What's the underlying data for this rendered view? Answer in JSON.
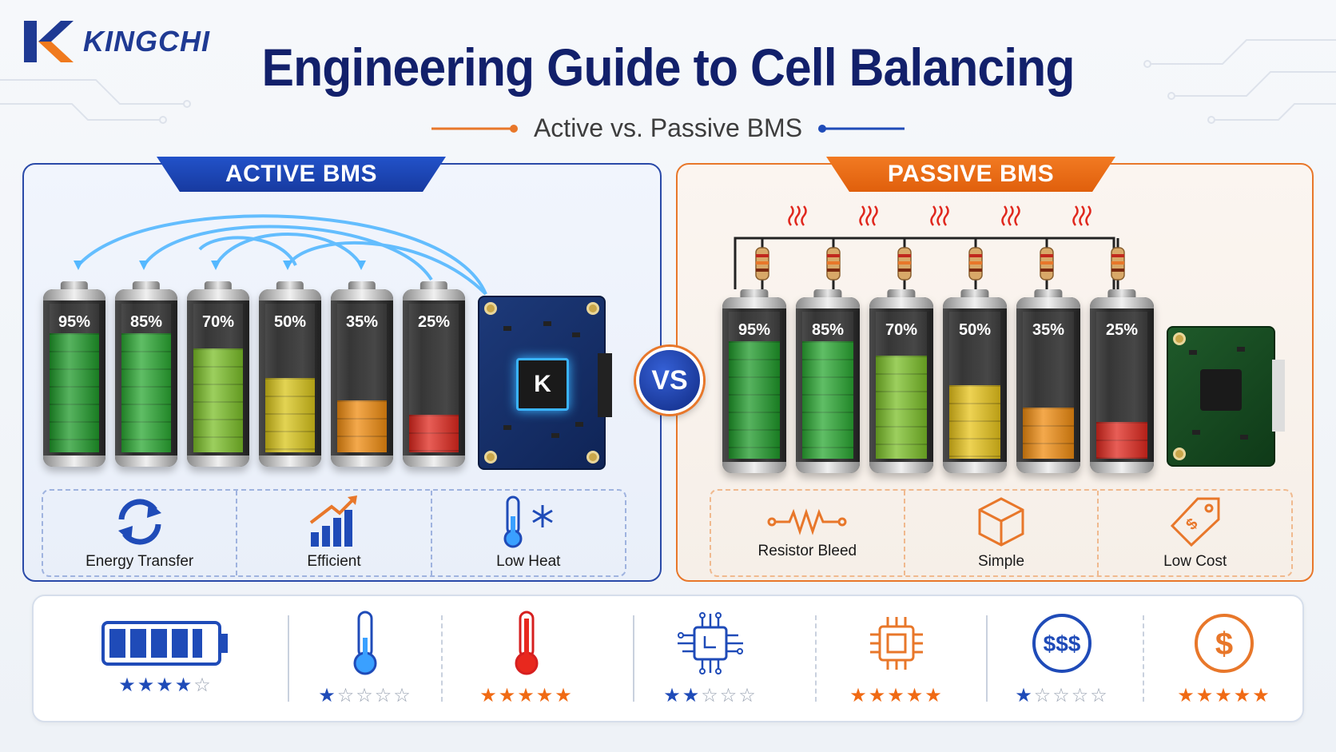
{
  "brand": {
    "name": "KINGCHI",
    "logo_letter": "K"
  },
  "title": "Engineering Guide to Cell Balancing",
  "subtitle": "Active vs. Passive BMS",
  "vs_label": "VS",
  "colors": {
    "navy": "#12206b",
    "blue": "#1f4bb8",
    "orange": "#e8772a",
    "star_blue": "#1f4bb8",
    "star_orange": "#f06a14"
  },
  "active": {
    "heading": "ACTIVE BMS",
    "cells": [
      {
        "label": "95%",
        "level": 0.95,
        "color": "#1f9a2a"
      },
      {
        "label": "85%",
        "level": 0.85,
        "color": "#2aa832"
      },
      {
        "label": "70%",
        "level": 0.7,
        "color": "#7bbf28"
      },
      {
        "label": "50%",
        "level": 0.5,
        "color": "#d9c51a"
      },
      {
        "label": "35%",
        "level": 0.35,
        "color": "#f08c10"
      },
      {
        "label": "25%",
        "level": 0.25,
        "color": "#e0281e"
      }
    ],
    "features": [
      {
        "label": "Energy Transfer",
        "icon": "sync-arrows-icon"
      },
      {
        "label": "Efficient",
        "icon": "rising-bar-chart-icon"
      },
      {
        "label": "Low Heat",
        "icon": "thermometer-snowflake-icon"
      }
    ]
  },
  "passive": {
    "heading": "PASSIVE BMS",
    "cells": [
      {
        "label": "95%",
        "level": 0.95,
        "color": "#1f9a2a"
      },
      {
        "label": "85%",
        "level": 0.85,
        "color": "#2aa832"
      },
      {
        "label": "70%",
        "level": 0.7,
        "color": "#7bbf28"
      },
      {
        "label": "50%",
        "level": 0.5,
        "color": "#e8c41a"
      },
      {
        "label": "35%",
        "level": 0.35,
        "color": "#f08c10"
      },
      {
        "label": "25%",
        "level": 0.25,
        "color": "#e0281e"
      }
    ],
    "features": [
      {
        "label": "Resistor Bleed",
        "icon": "resistor-icon"
      },
      {
        "label": "Simple",
        "icon": "cube-icon"
      },
      {
        "label": "Low Cost",
        "icon": "price-tag-icon"
      }
    ]
  },
  "comparison": [
    {
      "icon": "battery-icon",
      "rating": 4,
      "color": "#1f4bb8"
    },
    {
      "icon": "thermometer-low-icon",
      "rating": 1,
      "color": "#1f4bb8"
    },
    {
      "icon": "thermometer-high-icon",
      "rating": 5,
      "color": "#f06a14"
    },
    {
      "icon": "circuit-chip-icon",
      "rating": 2,
      "color": "#1f4bb8"
    },
    {
      "icon": "chip-icon",
      "rating": 5,
      "color": "#f06a14"
    },
    {
      "icon": "dollar-badge-icon",
      "badge_text": "$$$",
      "rating": 1,
      "color": "#1f4bb8"
    },
    {
      "icon": "dollar-circle-icon",
      "badge_text": "$",
      "rating": 5,
      "color": "#f06a14"
    }
  ]
}
